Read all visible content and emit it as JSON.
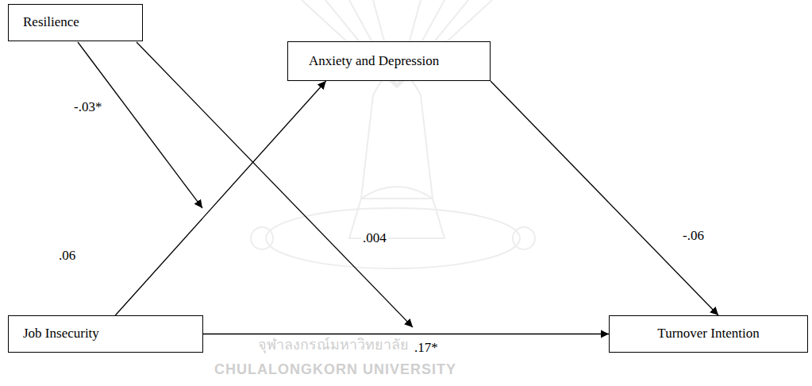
{
  "diagram": {
    "nodes": [
      {
        "text": [
          "Resilience"
        ]
      },
      {
        "text": [
          "Anxiety and Depression"
        ]
      },
      {
        "text": [
          "Job Insecurity"
        ]
      },
      {
        "text": [
          "Turnover Intention"
        ]
      }
    ],
    "edges": [
      {
        "from": 2,
        "to": 1,
        "label": ".06",
        "arrow": "to"
      },
      {
        "from": 1,
        "to": 3,
        "label": "-.06",
        "arrow": "to"
      },
      {
        "from": 2,
        "to": 3,
        "label": ".17*",
        "arrow": "to"
      }
    ],
    "labels": [
      "-.03*",
      ".004",
      "จุฬาลงกรณ์มหาวิทยาลัย",
      "CHULALONGKORN UNIVERSITY"
    ]
  }
}
